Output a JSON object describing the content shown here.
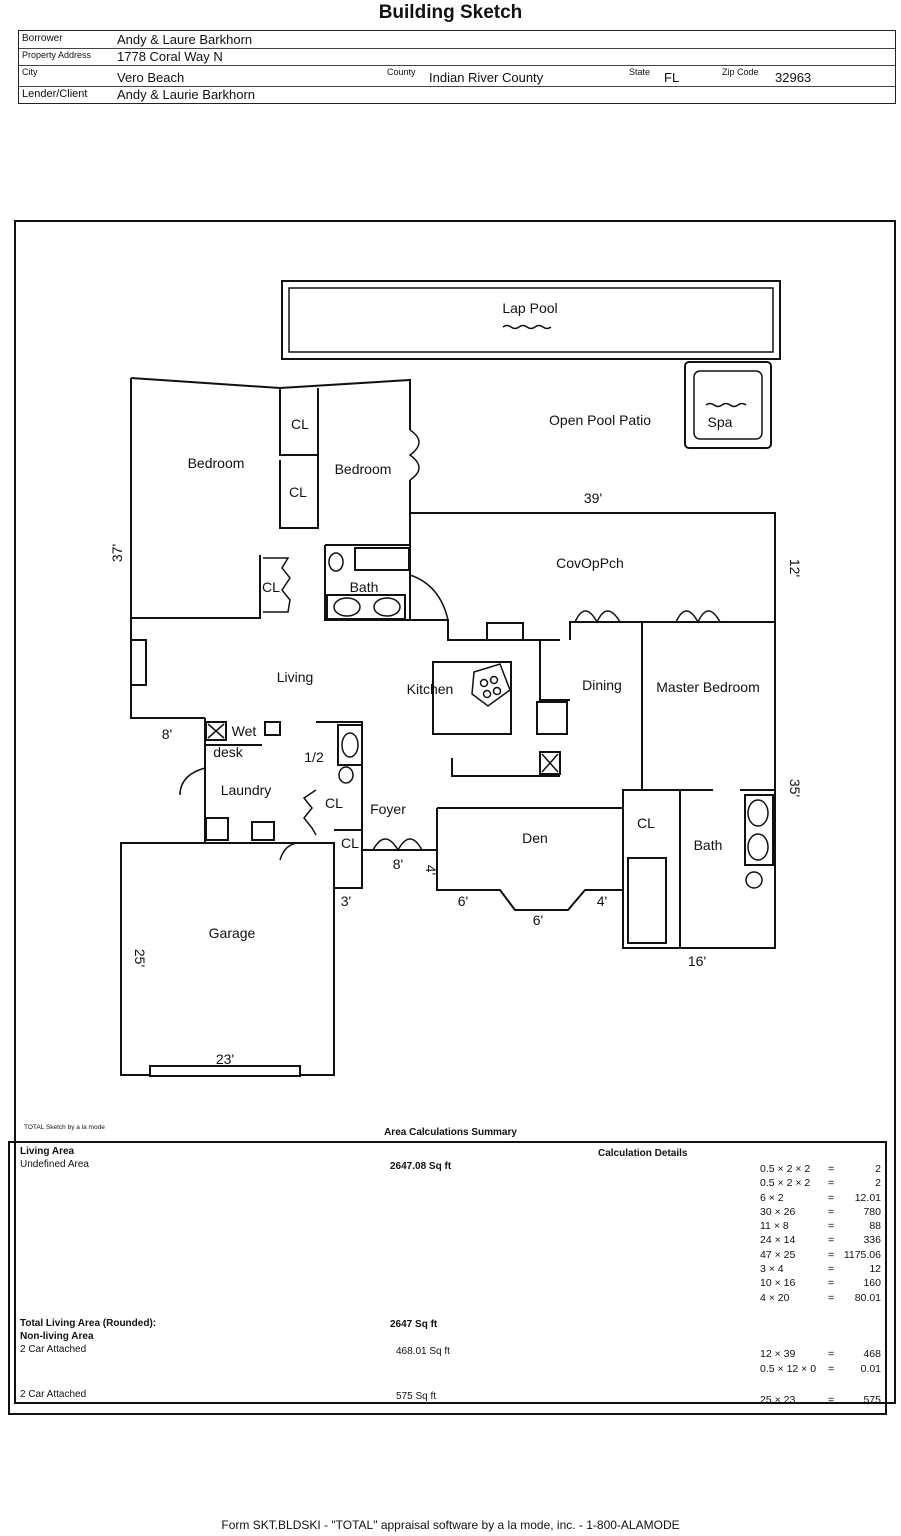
{
  "title": "Building Sketch",
  "header": {
    "borrower_label": "Borrower",
    "borrower": "Andy & Laure Barkhorn",
    "property_label": "Property Address",
    "property": "1778 Coral Way N",
    "city_label": "City",
    "city": "Vero Beach",
    "county_label": "County",
    "county": "Indian River County",
    "state_label": "State",
    "state": "FL",
    "zip_label": "Zip Code",
    "zip": "32963",
    "lender_label": "Lender/Client",
    "lender": "Andy & Laurie Barkhorn"
  },
  "sketch": {
    "rooms": {
      "lap_pool": "Lap Pool",
      "spa": "Spa",
      "open_pool_patio": "Open Pool Patio",
      "bedroom1": "Bedroom",
      "bedroom2": "Bedroom",
      "cl1": "CL",
      "cl2": "CL",
      "cl3": "CL",
      "bath1": "Bath",
      "covopch": "CovOpPch",
      "living": "Living",
      "kitchen": "Kitchen",
      "dining": "Dining",
      "master_bedroom": "Master Bedroom",
      "wet": "Wet",
      "desk": "desk",
      "half": "1/2",
      "laundry": "Laundry",
      "cl4": "CL",
      "foyer": "Foyer",
      "cl5": "CL",
      "den": "Den",
      "cl6": "CL",
      "bath2": "Bath",
      "garage": "Garage"
    },
    "dimensions": {
      "d39": "39'",
      "d37": "37'",
      "d12": "12'",
      "d8a": "8'",
      "d35": "35'",
      "d8b": "8'",
      "d4a": "4'",
      "d3": "3'",
      "d6a": "6'",
      "d6b": "6'",
      "d4b": "4'",
      "d16": "16'",
      "d25": "25'",
      "d23": "23'"
    },
    "credit": "TOTAL Sketch by a la mode"
  },
  "area": {
    "title": "Area Calculations Summary",
    "living_area_label": "Living Area",
    "calc_details_label": "Calculation Details",
    "undefined_area_label": "Undefined Area",
    "undefined_area_value": "2647.08 Sq ft",
    "calculations": [
      {
        "expr": "0.5 × 2 × 2",
        "eq": "=",
        "val": "2"
      },
      {
        "expr": "0.5 × 2 × 2",
        "eq": "=",
        "val": "2"
      },
      {
        "expr": "6 × 2",
        "eq": "=",
        "val": "12.01"
      },
      {
        "expr": "30 × 26",
        "eq": "=",
        "val": "780"
      },
      {
        "expr": "11 × 8",
        "eq": "=",
        "val": "88"
      },
      {
        "expr": "24 × 14",
        "eq": "=",
        "val": "336"
      },
      {
        "expr": "47 × 25",
        "eq": "=",
        "val": "1175.06"
      },
      {
        "expr": "3 × 4",
        "eq": "=",
        "val": "12"
      },
      {
        "expr": "10 × 16",
        "eq": "=",
        "val": "160"
      },
      {
        "expr": "4 × 20",
        "eq": "=",
        "val": "80.01"
      }
    ],
    "total_living_label": "Total Living Area (Rounded):",
    "total_living_value": "2647 Sq ft",
    "non_living_label": "Non-living Area",
    "car1_label": "2 Car Attached",
    "car1_value": "468.01 Sq ft",
    "car1_calcs": [
      {
        "expr": "12 × 39",
        "eq": "=",
        "val": "468"
      },
      {
        "expr": "0.5 × 12 × 0",
        "eq": "=",
        "val": "0.01"
      }
    ],
    "car2_label": "2 Car Attached",
    "car2_value": "575 Sq ft",
    "car2_calcs": [
      {
        "expr": "25 × 23",
        "eq": "=",
        "val": "575"
      }
    ]
  },
  "footer": "Form SKT.BLDSKI - \"TOTAL\" appraisal software by a la mode, inc. - 1-800-ALAMODE"
}
